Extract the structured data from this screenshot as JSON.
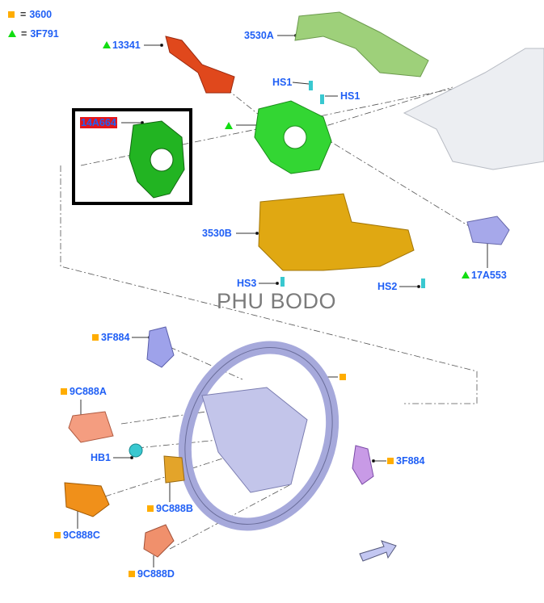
{
  "legend": [
    {
      "symbol": "square",
      "color": "#ffad00",
      "eq": "=",
      "code": "3600"
    },
    {
      "symbol": "triangle",
      "color": "#11dd11",
      "eq": "=",
      "code": "3F791"
    }
  ],
  "labels": {
    "l13341": "13341",
    "l3530A": "3530A",
    "hs1a": "HS1",
    "hs1b": "HS1",
    "l14A664": "14A664",
    "l3530B": "3530B",
    "hs3": "HS3",
    "hs2": "HS2",
    "l17A553": "17A553",
    "l3F884a": "3F884",
    "l9C888A": "9C888A",
    "hb1": "HB1",
    "l3F884b": "3F884",
    "l9C888B": "9C888B",
    "l9C888C": "9C888C",
    "l9C888D": "9C888D"
  },
  "watermark": "PHU BODO",
  "colors": {
    "label": "#1f5ff5",
    "square": "#ffad00",
    "triangle": "#11dd11"
  }
}
